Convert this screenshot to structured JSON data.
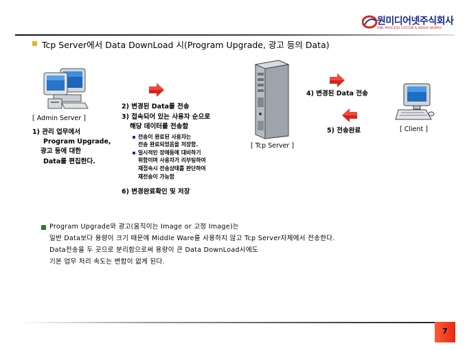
{
  "header": {
    "company_name": "원미디어넷주식회사",
    "company_sub": "ONE PROCESS SYSTEM & MEDIA WORKS",
    "brand_color": "#1a2a8c",
    "accent_color": "#e42a12"
  },
  "title": "Tcp Server에서 Data DownLoad 시(Program Upgrade, 광고 등의 Data)",
  "admin": {
    "label": "[ Admin Server ]",
    "desc": [
      "1) 관리 업무에서",
      "Program Upgrade,",
      "광고 등에 대한",
      "Data를 편집한다."
    ]
  },
  "steps_middle": {
    "step2": "2) 변경된 Data를 전송",
    "step3": [
      "3) 접속되어 있는 사용자 순으로",
      "해당 데이터를 전송함"
    ],
    "sub_bullets": [
      [
        "전송이 완료된 사용자는",
        "전송 완료되었음을 저장함."
      ],
      [
        "일시적인 장애등에 대비하기",
        "위함이며 사용자가 리부팅하여",
        "재접속시 전송상태를 판단하여",
        "재전송이 가능함"
      ]
    ],
    "step6": "6) 변경완료확인 및 저장"
  },
  "server": {
    "label": "[ Tcp Server ]"
  },
  "right_steps": {
    "step4": "4) 변경된 Data 전송",
    "step5": "5) 전송완료"
  },
  "client": {
    "label": "[ Client ]"
  },
  "note": [
    "Program Upgrade와 광고(움직이는 Image or 고정 Image)는",
    "일반 Data보다 용량이 크기 때문에 Middle Ware를 사용하지 않고 Tcp Server자체에서 전송한다.",
    "Data전송을 두 곳으로 분리함으로써 용량이 큰 Data DownLoad시에도",
    "기본 업무 처리 속도는 변함이 없게 된다."
  ],
  "page_number": "7"
}
